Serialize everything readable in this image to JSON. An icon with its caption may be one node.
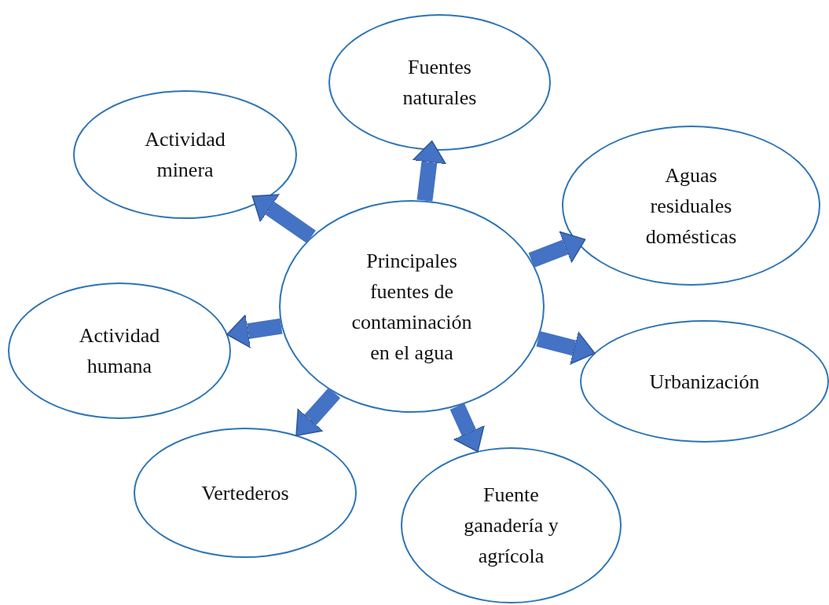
{
  "diagram": {
    "nodes": [
      {
        "text": [
          "Principales fuentes de contaminación en el agua"
        ]
      },
      {
        "text": [
          "Fuentes naturales"
        ]
      },
      {
        "text": [
          "Actividad minera"
        ]
      },
      {
        "text": [
          "Aguas residuales domésticas"
        ]
      },
      {
        "text": [
          "Actividad humana"
        ]
      },
      {
        "text": [
          "Urbanización"
        ]
      },
      {
        "text": [
          "Vertederos"
        ]
      },
      {
        "text": [
          "Fuente ganadería y agrícola"
        ]
      }
    ],
    "edges": [
      {
        "from": 0,
        "to": 1,
        "arrow": "to"
      },
      {
        "from": 0,
        "to": 2,
        "arrow": "to"
      },
      {
        "from": 0,
        "to": 3,
        "arrow": "to"
      },
      {
        "from": 0,
        "to": 4,
        "arrow": "to"
      },
      {
        "from": 0,
        "to": 5,
        "arrow": "to"
      },
      {
        "from": 0,
        "to": 6,
        "arrow": "to"
      },
      {
        "from": 0,
        "to": 7,
        "arrow": "to"
      }
    ]
  }
}
